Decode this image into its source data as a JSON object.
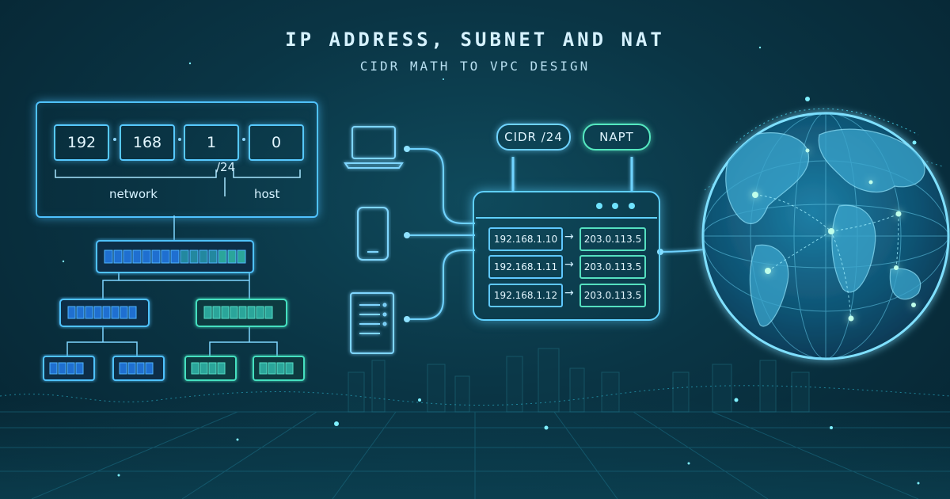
{
  "header": {
    "title": "IP ADDRESS, SUBNET AND NAT",
    "subtitle": "CIDR MATH TO VPC DESIGN"
  },
  "ip_panel": {
    "octets": [
      "192",
      "168",
      "1",
      "0"
    ],
    "prefix": "/24",
    "network_label": "network",
    "host_label": "host"
  },
  "router": {
    "cidr_badge": "CIDR /24",
    "napt_badge": "NAPT",
    "nat_table": [
      {
        "private": "192.168.1.10",
        "arrow": "→",
        "public": "203.0.113.5"
      },
      {
        "private": "192.168.1.11",
        "arrow": "→",
        "public": "203.0.113.5"
      },
      {
        "private": "192.168.1.12",
        "arrow": "→",
        "public": "203.0.113.5"
      }
    ]
  },
  "icons": [
    "laptop-icon",
    "phone-icon",
    "server-icon",
    "router-icon",
    "globe-icon",
    "subnet-tree"
  ],
  "colors": {
    "background": "#0a3545",
    "primary_glow": "#4fc2ff",
    "secondary_glow": "#44e0c0",
    "blue_block": "#1f6fd0",
    "teal_block": "#2ba59a"
  }
}
